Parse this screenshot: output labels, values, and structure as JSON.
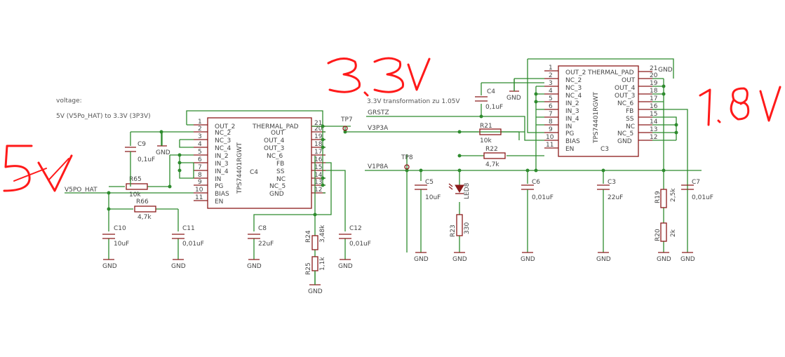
{
  "notes": {
    "voltage_title": "voltage:",
    "voltage_line": "5V (V5Po_HAT) to 3.3V (3P3V)",
    "transform": "3.3V transformation zu 1.05V"
  },
  "handwritten": {
    "left": "5V",
    "middle": "3.3V",
    "right": "1.8V"
  },
  "nets": {
    "v5po": "V5PO_HAT",
    "v3p3a": "V3P3A",
    "v1p8a": "V1P8A",
    "grstz": "GRSTZ"
  },
  "testpoints": {
    "tp7": "TP7",
    "tp8": "TP8"
  },
  "ic_left": {
    "ref": "C4",
    "part": "TPS74401RGWT",
    "left_pins": [
      {
        "num": "1",
        "name": "OUT_2"
      },
      {
        "num": "2",
        "name": "NC_2"
      },
      {
        "num": "3",
        "name": "NC_3"
      },
      {
        "num": "4",
        "name": "NC_4"
      },
      {
        "num": "5",
        "name": "IN_2"
      },
      {
        "num": "6",
        "name": "IN_3"
      },
      {
        "num": "7",
        "name": "IN_4"
      },
      {
        "num": "8",
        "name": "IN"
      },
      {
        "num": "9",
        "name": "PG"
      },
      {
        "num": "10",
        "name": "BIAS"
      },
      {
        "num": "11",
        "name": "EN"
      }
    ],
    "right_pins": [
      {
        "num": "21",
        "name": "THERMAL_PAD"
      },
      {
        "num": "20",
        "name": "OUT"
      },
      {
        "num": "19",
        "name": "OUT_4"
      },
      {
        "num": "18",
        "name": "OUT_3"
      },
      {
        "num": "17",
        "name": "NC_6"
      },
      {
        "num": "16",
        "name": "FB"
      },
      {
        "num": "15",
        "name": "SS"
      },
      {
        "num": "14",
        "name": "NC"
      },
      {
        "num": "13",
        "name": "NC_5"
      },
      {
        "num": "12",
        "name": "GND"
      }
    ]
  },
  "ic_right": {
    "ref": "C3",
    "part": "TPS74401RGWT",
    "left_pins": [
      {
        "num": "1",
        "name": "OUT_2"
      },
      {
        "num": "2",
        "name": "NC_2"
      },
      {
        "num": "3",
        "name": "NC_3"
      },
      {
        "num": "4",
        "name": "NC_4"
      },
      {
        "num": "5",
        "name": "IN_2"
      },
      {
        "num": "6",
        "name": "IN_3"
      },
      {
        "num": "7",
        "name": "IN_4"
      },
      {
        "num": "8",
        "name": "IN"
      },
      {
        "num": "9",
        "name": "PG"
      },
      {
        "num": "10",
        "name": "BIAS"
      },
      {
        "num": "11",
        "name": "EN"
      }
    ],
    "right_pins": [
      {
        "num": "21",
        "name": "THERMAL_PAD"
      },
      {
        "num": "20",
        "name": "OUT"
      },
      {
        "num": "19",
        "name": "OUT_4"
      },
      {
        "num": "18",
        "name": "OUT_3"
      },
      {
        "num": "17",
        "name": "NC_6"
      },
      {
        "num": "16",
        "name": "FB"
      },
      {
        "num": "15",
        "name": "SS"
      },
      {
        "num": "14",
        "name": "NC"
      },
      {
        "num": "13",
        "name": "NC_5"
      },
      {
        "num": "12",
        "name": "GND"
      }
    ]
  },
  "resistors": {
    "r65": {
      "ref": "R65",
      "value": "10k"
    },
    "r66": {
      "ref": "R66",
      "value": "4,7k"
    },
    "r21": {
      "ref": "R21",
      "value": "10k"
    },
    "r22": {
      "ref": "R22",
      "value": "4,7k"
    },
    "r24": {
      "ref": "R24",
      "value": "3,48k"
    },
    "r25": {
      "ref": "R25",
      "value": "1,1k"
    },
    "r23": {
      "ref": "R23",
      "value": "330"
    },
    "r19": {
      "ref": "R19",
      "value": "2,5k"
    },
    "r20": {
      "ref": "R20",
      "value": "2k"
    }
  },
  "capacitors": {
    "c9": {
      "ref": "C9",
      "value": "0,1uF"
    },
    "c10": {
      "ref": "C10",
      "value": "10uF"
    },
    "c11": {
      "ref": "C11",
      "value": "0,01uF"
    },
    "c8": {
      "ref": "C8",
      "value": "22uF"
    },
    "c12": {
      "ref": "C12",
      "value": "0,01uF"
    },
    "c4b": {
      "ref": "C4",
      "value": "0,1uF"
    },
    "c5": {
      "ref": "C5",
      "value": "10uF"
    },
    "c6": {
      "ref": "C6",
      "value": "0,01uF"
    },
    "c3b": {
      "ref": "C3",
      "value": "22uF"
    },
    "c7": {
      "ref": "C7",
      "value": "0,01uF"
    }
  },
  "led": {
    "ref": "LED8"
  },
  "gnd_label": "GND",
  "colors": {
    "wire": "#2e8b2e",
    "part": "#8b1a1a",
    "handwriting": "#ff1a1a"
  }
}
